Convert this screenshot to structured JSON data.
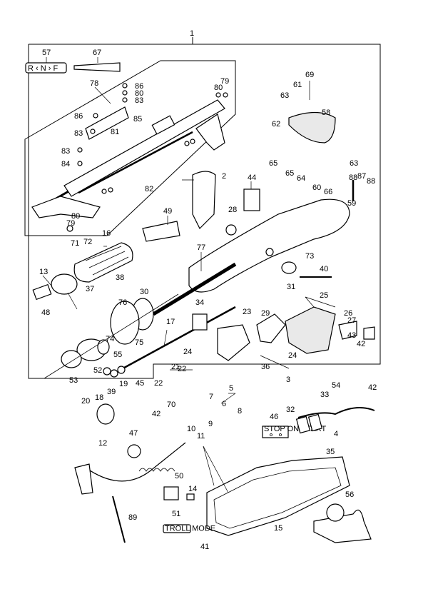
{
  "callouts": [
    {
      "id": "c1",
      "text": "1"
    },
    {
      "id": "c57",
      "text": "57"
    },
    {
      "id": "c67",
      "text": "67"
    },
    {
      "id": "c78",
      "text": "78"
    },
    {
      "id": "c86a",
      "text": "86"
    },
    {
      "id": "c80a",
      "text": "80"
    },
    {
      "id": "c83a",
      "text": "83"
    },
    {
      "id": "c86b",
      "text": "86"
    },
    {
      "id": "c85",
      "text": "85"
    },
    {
      "id": "c83b",
      "text": "83"
    },
    {
      "id": "c81",
      "text": "81"
    },
    {
      "id": "c83c",
      "text": "83"
    },
    {
      "id": "c84",
      "text": "84"
    },
    {
      "id": "c80b",
      "text": "80"
    },
    {
      "id": "c79a",
      "text": "79"
    },
    {
      "id": "c82",
      "text": "82"
    },
    {
      "id": "c80c",
      "text": "80"
    },
    {
      "id": "c79b",
      "text": "79"
    },
    {
      "id": "c69",
      "text": "69"
    },
    {
      "id": "c61",
      "text": "61"
    },
    {
      "id": "c63a",
      "text": "63"
    },
    {
      "id": "c62",
      "text": "62"
    },
    {
      "id": "c58",
      "text": "58"
    },
    {
      "id": "c65a",
      "text": "65"
    },
    {
      "id": "c65b",
      "text": "65"
    },
    {
      "id": "c64",
      "text": "64"
    },
    {
      "id": "c60",
      "text": "60"
    },
    {
      "id": "c66",
      "text": "66"
    },
    {
      "id": "c63b",
      "text": "63"
    },
    {
      "id": "c87",
      "text": "87"
    },
    {
      "id": "c88a",
      "text": "88"
    },
    {
      "id": "c88b",
      "text": "88"
    },
    {
      "id": "c59",
      "text": "59"
    },
    {
      "id": "c2",
      "text": "2"
    },
    {
      "id": "c44",
      "text": "44"
    },
    {
      "id": "c49",
      "text": "49"
    },
    {
      "id": "c28",
      "text": "28"
    },
    {
      "id": "c16",
      "text": "16"
    },
    {
      "id": "c71",
      "text": "71"
    },
    {
      "id": "c72",
      "text": "72"
    },
    {
      "id": "c77",
      "text": "77"
    },
    {
      "id": "c73",
      "text": "73"
    },
    {
      "id": "c13",
      "text": "13"
    },
    {
      "id": "c38",
      "text": "38"
    },
    {
      "id": "c37",
      "text": "37"
    },
    {
      "id": "c31",
      "text": "31"
    },
    {
      "id": "c40",
      "text": "40"
    },
    {
      "id": "c48",
      "text": "48"
    },
    {
      "id": "c76",
      "text": "76"
    },
    {
      "id": "c30",
      "text": "30"
    },
    {
      "id": "c25",
      "text": "25"
    },
    {
      "id": "c34",
      "text": "34"
    },
    {
      "id": "c23",
      "text": "23"
    },
    {
      "id": "c29",
      "text": "29"
    },
    {
      "id": "c26",
      "text": "26"
    },
    {
      "id": "c27",
      "text": "27"
    },
    {
      "id": "c74",
      "text": "74"
    },
    {
      "id": "c75",
      "text": "75"
    },
    {
      "id": "c17",
      "text": "17"
    },
    {
      "id": "c22a",
      "text": "22"
    },
    {
      "id": "c24a",
      "text": "24"
    },
    {
      "id": "c24b",
      "text": "24"
    },
    {
      "id": "c55",
      "text": "55"
    },
    {
      "id": "c43",
      "text": "43"
    },
    {
      "id": "c42a",
      "text": "42"
    },
    {
      "id": "c53",
      "text": "53"
    },
    {
      "id": "c52",
      "text": "52"
    },
    {
      "id": "c21",
      "text": "21"
    },
    {
      "id": "c22b",
      "text": "22"
    },
    {
      "id": "c36",
      "text": "36"
    },
    {
      "id": "c3",
      "text": "3"
    },
    {
      "id": "c18",
      "text": "18"
    },
    {
      "id": "c39",
      "text": "39"
    },
    {
      "id": "c19",
      "text": "19"
    },
    {
      "id": "c45",
      "text": "45"
    },
    {
      "id": "c20",
      "text": "20"
    },
    {
      "id": "c70",
      "text": "70"
    },
    {
      "id": "c7",
      "text": "7"
    },
    {
      "id": "c5",
      "text": "5"
    },
    {
      "id": "c33",
      "text": "33"
    },
    {
      "id": "c54",
      "text": "54"
    },
    {
      "id": "c42b",
      "text": "42"
    },
    {
      "id": "c6",
      "text": "6"
    },
    {
      "id": "c8",
      "text": "8"
    },
    {
      "id": "c32",
      "text": "32"
    },
    {
      "id": "c42c",
      "text": "42"
    },
    {
      "id": "c9",
      "text": "9"
    },
    {
      "id": "c46",
      "text": "46"
    },
    {
      "id": "c4",
      "text": "4"
    },
    {
      "id": "c12",
      "text": "12"
    },
    {
      "id": "c47",
      "text": "47"
    },
    {
      "id": "c10",
      "text": "10"
    },
    {
      "id": "c11",
      "text": "11"
    },
    {
      "id": "c35",
      "text": "35"
    },
    {
      "id": "c50",
      "text": "50"
    },
    {
      "id": "c14",
      "text": "14"
    },
    {
      "id": "c56",
      "text": "56"
    },
    {
      "id": "c89",
      "text": "89"
    },
    {
      "id": "c51",
      "text": "51"
    },
    {
      "id": "c15",
      "text": "15"
    },
    {
      "id": "c41",
      "text": "41"
    }
  ],
  "labels": {
    "shift_decal": "R ‹ N › F",
    "trolling_mode_plate": "TROLL MODE",
    "stop_switch_plate": "STOP  ON  START"
  }
}
